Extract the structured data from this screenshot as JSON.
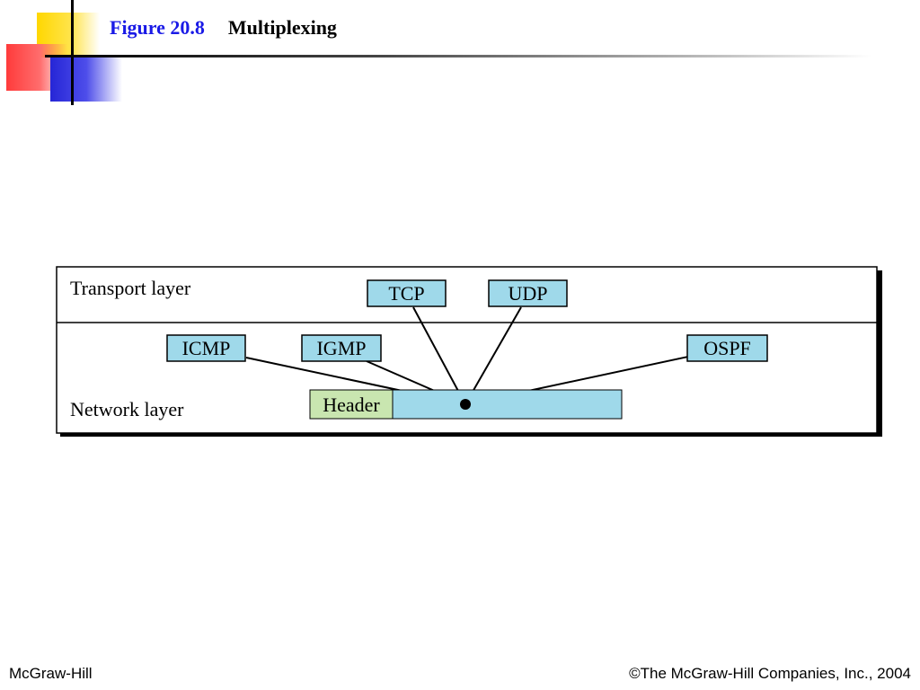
{
  "slide": {
    "figure_number": "Figure 20.8",
    "title": "Multiplexing"
  },
  "diagram": {
    "transport_layer_label": "Transport layer",
    "network_layer_label": "Network layer",
    "protocols": {
      "tcp": "TCP",
      "udp": "UDP",
      "icmp": "ICMP",
      "igmp": "IGMP",
      "ospf": "OSPF"
    },
    "header_label": "Header",
    "colors": {
      "protocol_box": "#9fd9ea",
      "header_box": "#c9e6b0",
      "line": "#000000"
    }
  },
  "footer": {
    "left": "McGraw-Hill",
    "right": "©The McGraw-Hill Companies, Inc., 2004"
  }
}
